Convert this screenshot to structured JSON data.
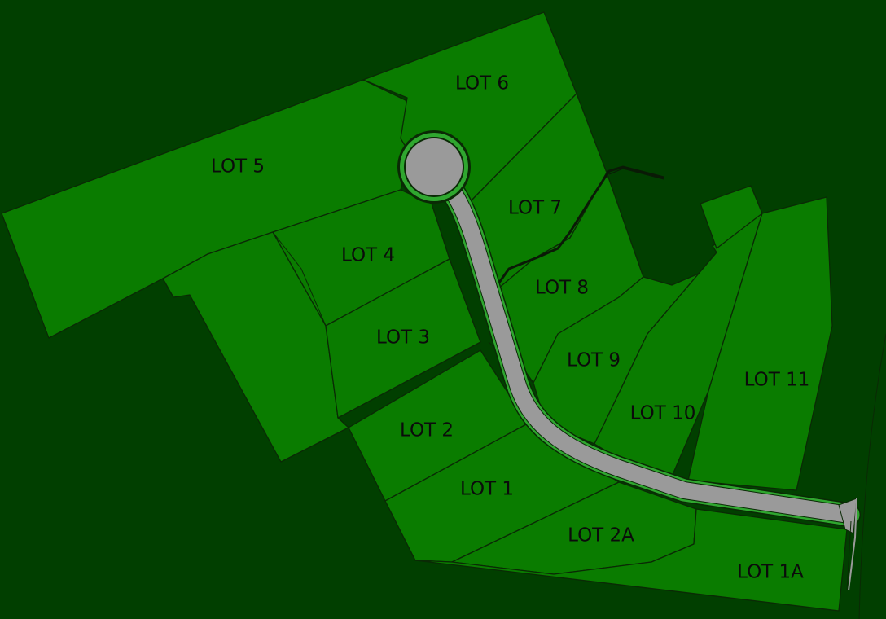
{
  "colors": {
    "background": "#013f00",
    "lot_fill": "#0a7c00",
    "lot_border": "#0a2a05",
    "road_pavement": "#9a9a9a",
    "road_shoulder": "#2fa72f",
    "label_text": "#0b0b0b"
  },
  "lots": [
    {
      "id": "lot-5",
      "label": "LOT 5"
    },
    {
      "id": "lot-6",
      "label": "LOT 6"
    },
    {
      "id": "lot-4",
      "label": "LOT 4"
    },
    {
      "id": "lot-3",
      "label": "LOT 3"
    },
    {
      "id": "lot-2",
      "label": "LOT 2"
    },
    {
      "id": "lot-1",
      "label": "LOT 1"
    },
    {
      "id": "lot-7",
      "label": "LOT 7"
    },
    {
      "id": "lot-8",
      "label": "LOT 8"
    },
    {
      "id": "lot-9",
      "label": "LOT 9"
    },
    {
      "id": "lot-10",
      "label": "LOT 10"
    },
    {
      "id": "lot-11",
      "label": "LOT 11"
    },
    {
      "id": "lot-2a",
      "label": "LOT 2A"
    },
    {
      "id": "lot-1a",
      "label": "LOT 1A"
    }
  ]
}
